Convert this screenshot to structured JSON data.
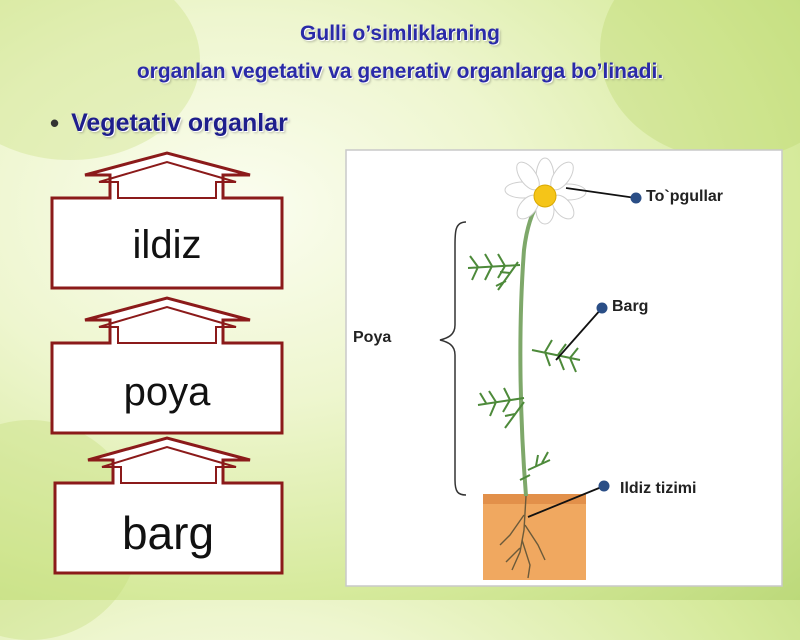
{
  "title": {
    "line1": "Gulli o’simliklarning",
    "line2": "organlan vegetativ va generativ organlarga bo’linadi."
  },
  "bullet": {
    "text": "Vegetativ organlar"
  },
  "boxes": [
    {
      "label": "ildiz"
    },
    {
      "label": "poya"
    },
    {
      "label": "barg"
    }
  ],
  "plant_labels": {
    "flowers": "To`pgullar",
    "leaf": "Barg",
    "stem": "Poya",
    "root": "Ildiz tizimi"
  },
  "colors": {
    "title": "#2a2aa8",
    "box_border": "#8b1a1a",
    "soil": "#f0a860",
    "stem": "#7ea86a",
    "flower_center": "#f5c518"
  }
}
